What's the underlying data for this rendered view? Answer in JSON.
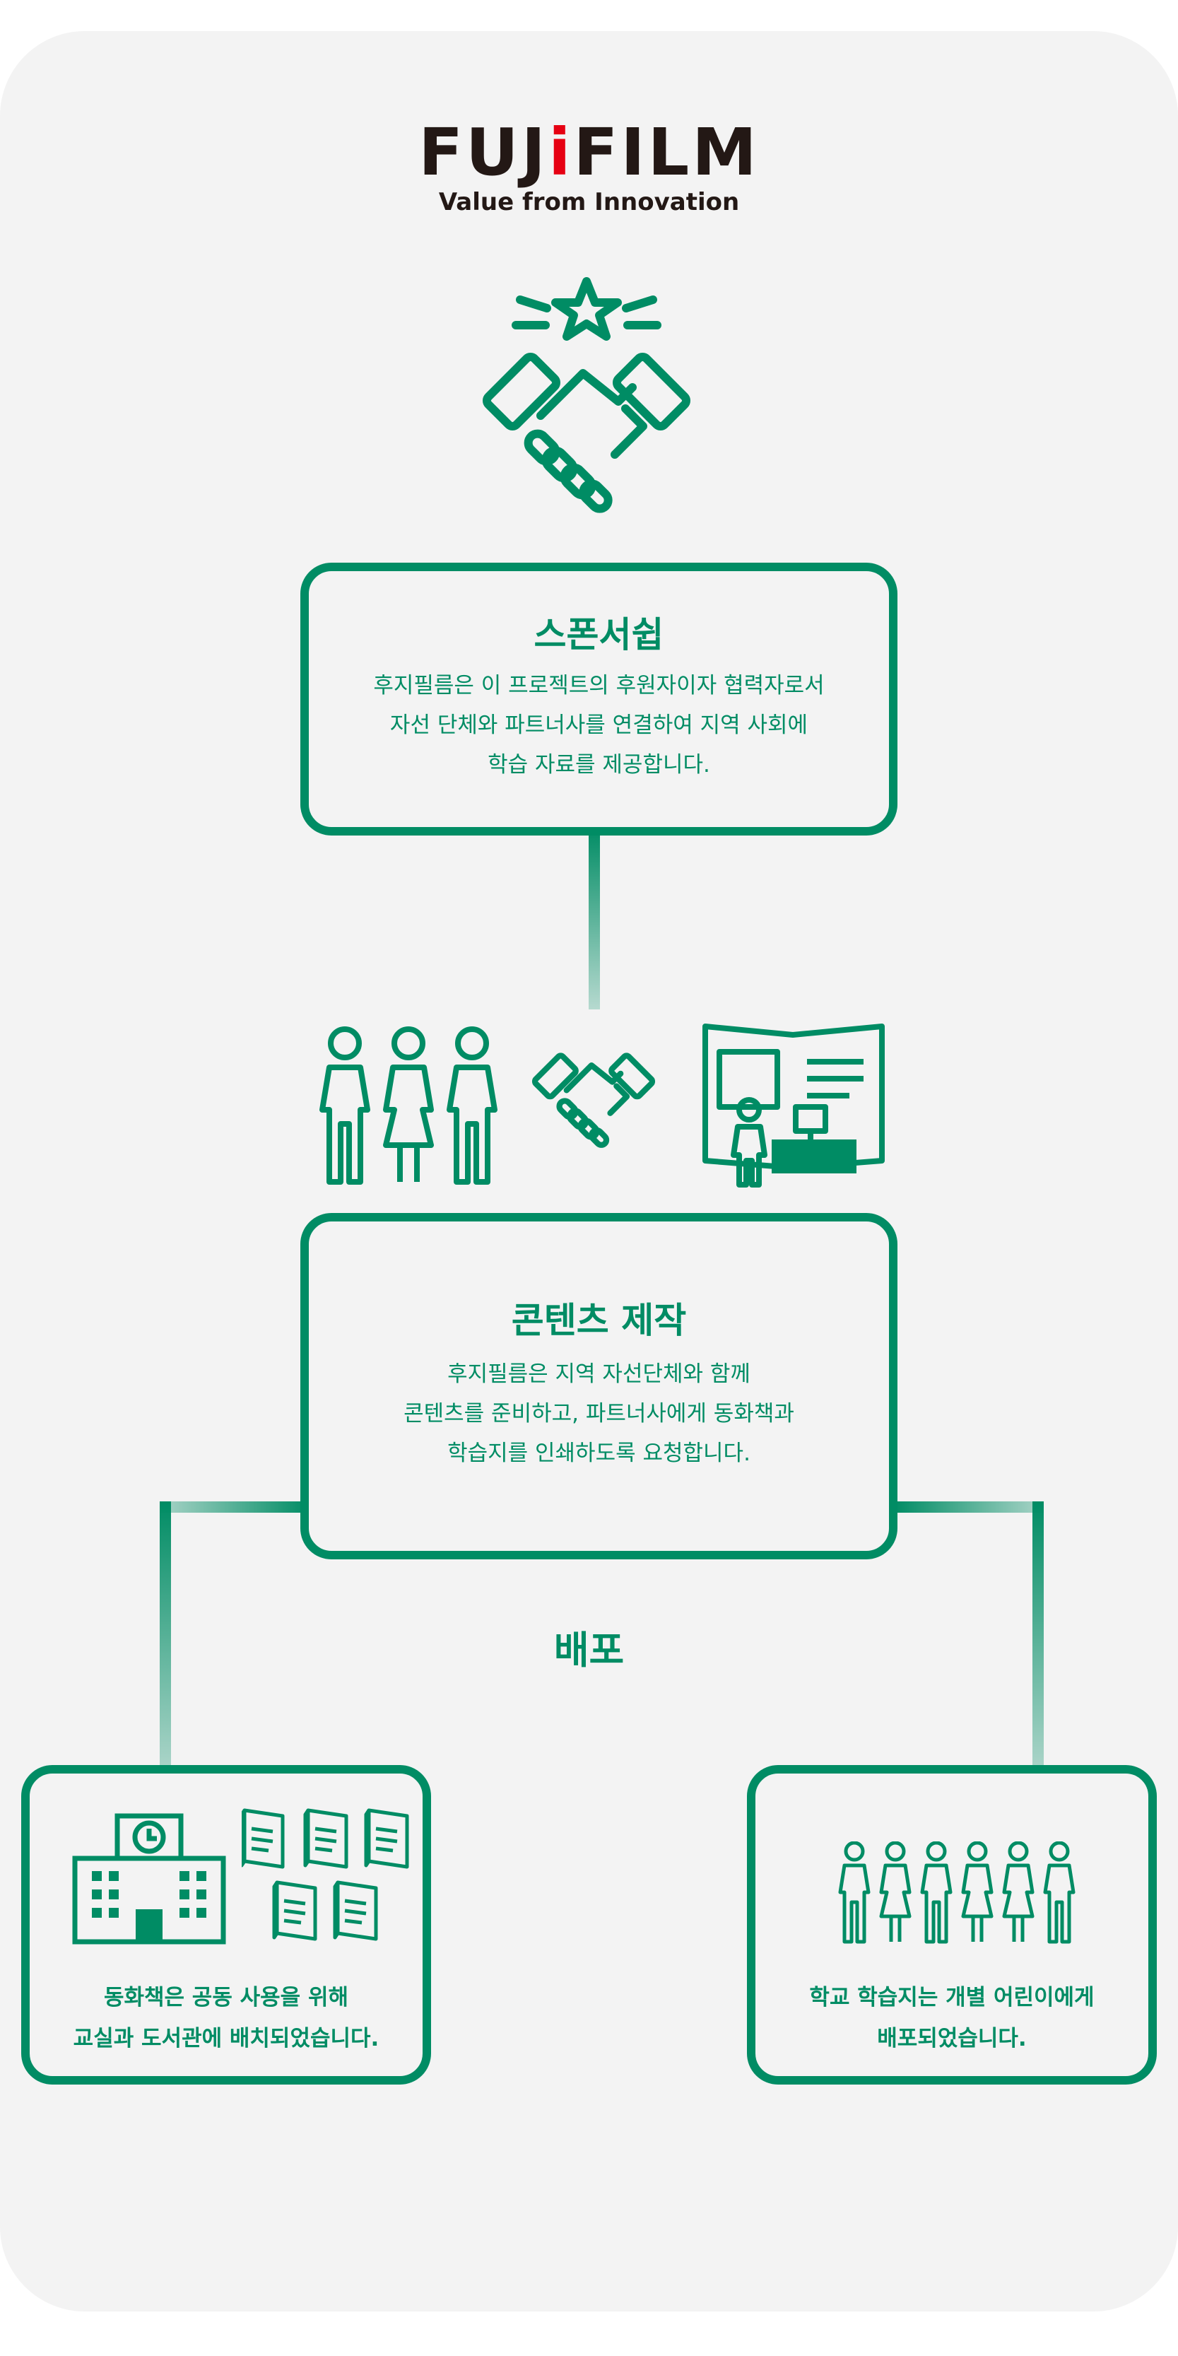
{
  "logo": {
    "wordmark_pre": "FUJ",
    "wordmark_accent": "i",
    "wordmark_post": "FILM",
    "tagline": "Value from Innovation"
  },
  "sponsorship": {
    "title": "스폰서쉽",
    "body": "후지필름은 이 프로젝트의 후원자이자 협력자로서\n자선 단체와 파트너사를 연결하여 지역 사회에\n학습 자료를 제공합니다."
  },
  "content_production": {
    "title": "콘텐츠 제작",
    "body": "후지필름은 지역 자선단체와 함께\n콘텐츠를 준비하고, 파트너사에게 동화책과\n학습지를 인쇄하도록 요청합니다."
  },
  "distribution": {
    "label": "배포",
    "left_text": "동화책은 공동 사용을 위해\n교실과 도서관에 배치되었습니다.",
    "right_text": "학교 학습지는 개별 어린이에게\n배포되었습니다."
  },
  "icons": [
    "handshake-star-icon",
    "people-icon",
    "handshake-icon",
    "print-office-icon",
    "school-icon",
    "book-icon",
    "children-icon"
  ],
  "colors": {
    "accent": "#008c64",
    "background": "#f3f3f3",
    "logo_red": "#e60012",
    "logo_dark": "#231815"
  }
}
